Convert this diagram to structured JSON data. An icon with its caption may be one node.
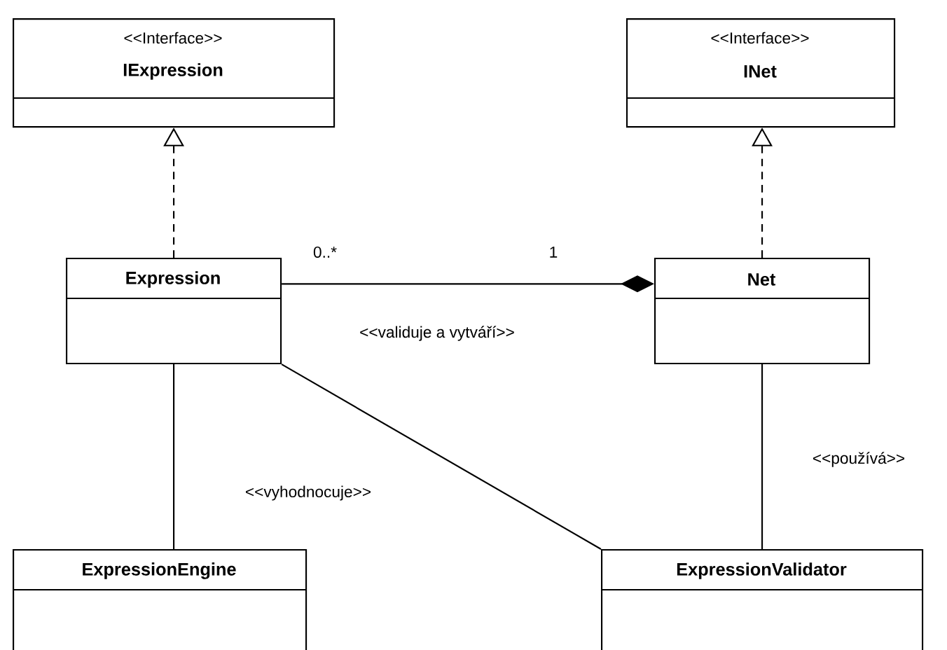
{
  "diagram": {
    "nodes": [
      {
        "text": [
          "<<Interface>>",
          "IExpression"
        ]
      },
      {
        "text": [
          "<<Interface>>",
          "INet"
        ]
      },
      {
        "text": [
          "Expression"
        ]
      },
      {
        "text": [
          "Net"
        ]
      },
      {
        "text": [
          "ExpressionEngine"
        ]
      },
      {
        "text": [
          "ExpressionValidator"
        ]
      }
    ],
    "edges": [
      {
        "from": 2,
        "to": 0,
        "arrow": "to",
        "style": "dashed"
      },
      {
        "from": 3,
        "to": 1,
        "arrow": "to",
        "style": "dashed"
      },
      {
        "from": 2,
        "to": 3,
        "arrow": "other",
        "label": "<<validuje a vytváří>>"
      },
      {
        "from": 2,
        "to": 4,
        "arrow": "none",
        "label": "<<vyhodnocuje>>"
      },
      {
        "from": 2,
        "to": 5,
        "arrow": "none"
      },
      {
        "from": 3,
        "to": 5,
        "arrow": "none",
        "label": "<<používá>>"
      }
    ],
    "labels": [
      "0..*",
      "1"
    ]
  }
}
